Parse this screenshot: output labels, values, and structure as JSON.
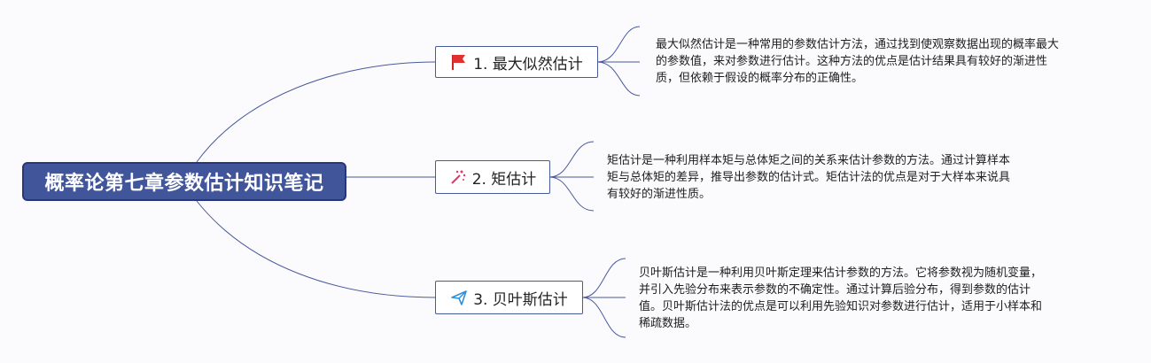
{
  "root": {
    "title": "概率论第七章参数估计知识笔记"
  },
  "branches": [
    {
      "label": "1. 最大似然估计",
      "icon": "red-flag-icon",
      "description": [
        "最大似然估计是一种常用的参数估计方法，通过找到使观察数据出现的概率最大",
        "的参数值，来对参数进行估计。这种方法的优点是估计结果具有较好的渐进性",
        "质，但依赖于假设的概率分布的正确性。"
      ]
    },
    {
      "label": "2. 矩估计",
      "icon": "sparkle-wand-icon",
      "description": [
        "矩估计是一种利用样本矩与总体矩之间的关系来估计参数的方法。通过计算样本",
        "矩与总体矩的差异，推导出参数的估计式。矩估计法的优点是对于大样本来说具",
        "有较好的渐进性质。"
      ]
    },
    {
      "label": "3. 贝叶斯估计",
      "icon": "paper-plane-icon",
      "description": [
        "贝叶斯估计是一种利用贝叶斯定理来估计参数的方法。它将参数视为随机变量，",
        "并引入先验分布来表示参数的不确定性。通过计算后验分布，得到参数的估计",
        "值。贝叶斯估计法的优点是可以利用先验知识对参数进行估计，适用于小样本和",
        "稀疏数据。"
      ]
    }
  ],
  "colors": {
    "root_fill": "#40559a",
    "connector": "#4a5a9c",
    "flag": "#e03030",
    "sparkle": "#e8336b",
    "plane": "#2f8fd8"
  }
}
